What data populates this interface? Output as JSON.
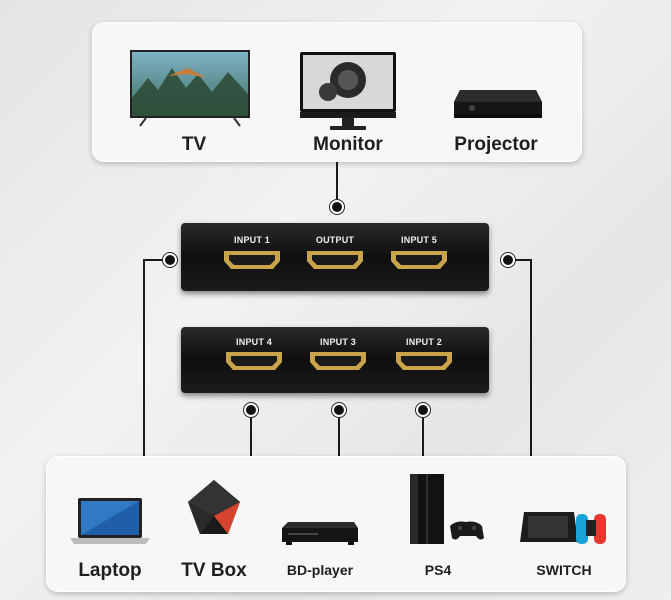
{
  "outputs": [
    {
      "label": "TV",
      "icon": "tv-icon"
    },
    {
      "label": "Monitor",
      "icon": "monitor-icon"
    },
    {
      "label": "Projector",
      "icon": "projector-icon"
    }
  ],
  "switch_top_ports": [
    "INPUT 1",
    "OUTPUT",
    "INPUT 5"
  ],
  "switch_bottom_ports": [
    "INPUT 4",
    "INPUT 3",
    "INPUT 2"
  ],
  "sources": [
    {
      "label": "Laptop",
      "icon": "laptop-icon"
    },
    {
      "label": "TV Box",
      "icon": "tv-box-icon"
    },
    {
      "label": "BD-player",
      "icon": "bd-player-icon"
    },
    {
      "label": "PS4",
      "icon": "ps4-icon"
    },
    {
      "label": "SWITCH",
      "icon": "nintendo-switch-icon"
    }
  ],
  "colors": {
    "hdmi_gold": "#c9a44a",
    "switch_body": "#151515",
    "line": "#1a1a1a",
    "joycon_red": "#e8372f",
    "joycon_blue": "#1aa3d9"
  }
}
